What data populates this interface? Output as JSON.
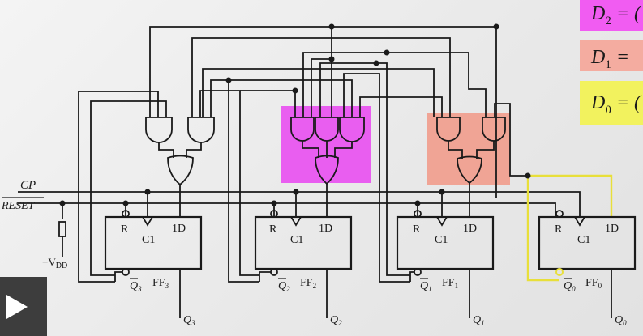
{
  "equations": [
    {
      "letter": "D",
      "sub": "2",
      "rest": " = (",
      "color": "#f15cf2"
    },
    {
      "letter": "D",
      "sub": "1",
      "rest": " = ",
      "color": "#f4aca0"
    },
    {
      "letter": "D",
      "sub": "0",
      "rest": " = (",
      "color": "#f2f25e"
    }
  ],
  "signals": {
    "cp": "CP",
    "reset": "RESET",
    "vdd": "+V",
    "vdd_sub": "DD"
  },
  "pins": {
    "r": "R",
    "c1": "C1",
    "d": "1D"
  },
  "flipflops": [
    {
      "name": "FF",
      "sub": "3",
      "qbar": "Q",
      "qbar_sub": "3",
      "out": "Q",
      "out_sub": "3"
    },
    {
      "name": "FF",
      "sub": "2",
      "qbar": "Q",
      "qbar_sub": "2",
      "out": "Q",
      "out_sub": "2"
    },
    {
      "name": "FF",
      "sub": "1",
      "qbar": "Q",
      "qbar_sub": "1",
      "out": "Q",
      "out_sub": "1"
    },
    {
      "name": "FF",
      "sub": "0",
      "qbar": "Q",
      "qbar_sub": "0",
      "out": "Q",
      "out_sub": "0"
    }
  ],
  "highlights": {
    "d2": "#e95ef0",
    "d1": "#f0a495",
    "d0_wire": "#e8df3a"
  },
  "player": {
    "icon": "play-icon"
  }
}
